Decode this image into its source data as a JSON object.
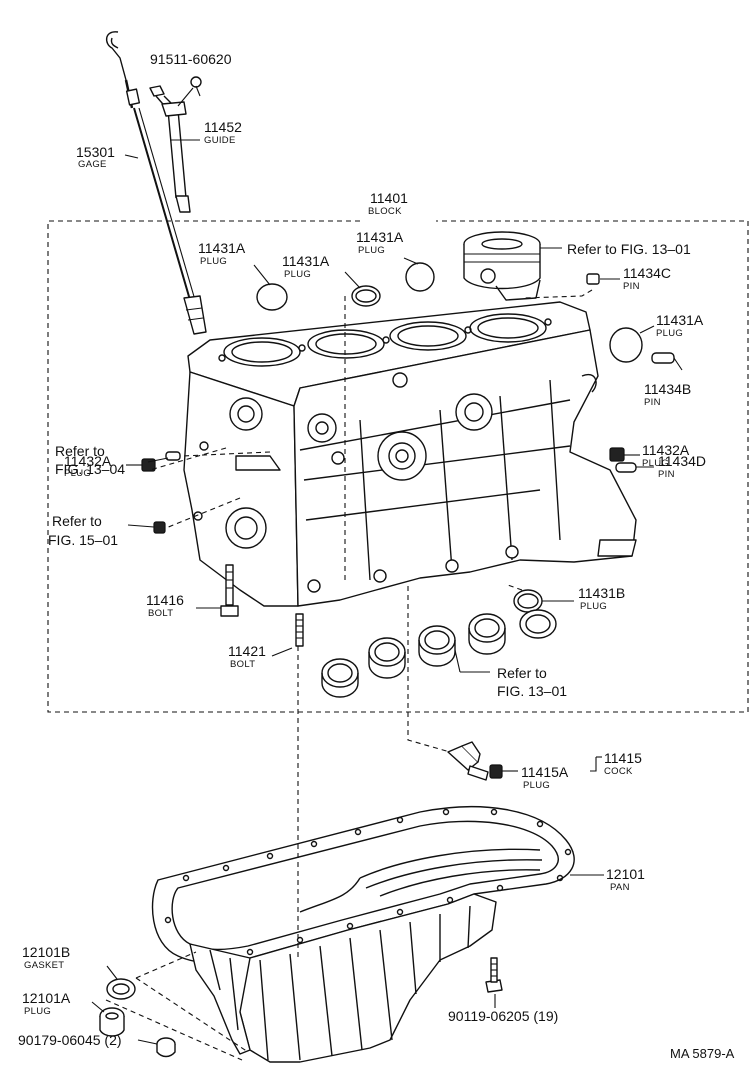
{
  "labels": {
    "dipstick_bolt": "91511-60620",
    "guide_num": "11452",
    "guide_name": "GUIDE",
    "gage_num": "15301",
    "gage_name": "GAGE",
    "block_num": "11401",
    "block_name": "BLOCK",
    "plug_a1_num": "11431A",
    "plug_a1_name": "PLUG",
    "plug_a2_num": "11431A",
    "plug_a2_name": "PLUG",
    "plug_a3_num": "11431A",
    "plug_a3_name": "PLUG",
    "ref_top": "Refer to FIG. 13–01",
    "pin_c_num": "11434C",
    "pin_c_name": "PIN",
    "plug_a4_num": "11431A",
    "plug_a4_name": "PLUG",
    "pin_b_num": "11434B",
    "pin_b_name": "PIN",
    "ref_left_line1": "Refer to",
    "ref_left_line2": "FIG. 13–04",
    "plug_32a_left_num": "11432A",
    "plug_32a_left_name": "PLUG",
    "plug_32a_right_num": "11432A",
    "plug_32a_right_name": "PLUG",
    "pin_d_num": "11434D",
    "pin_d_name": "PIN",
    "ref_left2_line1": "Refer to",
    "ref_left2_line2": "FIG. 15–01",
    "bolt_16_num": "11416",
    "bolt_16_name": "BOLT",
    "plug_b_num": "11431B",
    "plug_b_name": "PLUG",
    "bolt_21_num": "11421",
    "bolt_21_name": "BOLT",
    "ref_bearing_line1": "Refer to",
    "ref_bearing_line2": "FIG. 13–01",
    "cock_num": "11415",
    "cock_name": "COCK",
    "plug_15a_num": "11415A",
    "plug_15a_name": "PLUG",
    "pan_num": "12101",
    "pan_name": "PAN",
    "gasket_num": "12101B",
    "gasket_name": "GASKET",
    "plug_01a_num": "12101A",
    "plug_01a_name": "PLUG",
    "bolt_pan": "90119-06205 (19)",
    "drain_screw": "90179-06045 (2)",
    "catalog_id": "MA 5879-A"
  }
}
